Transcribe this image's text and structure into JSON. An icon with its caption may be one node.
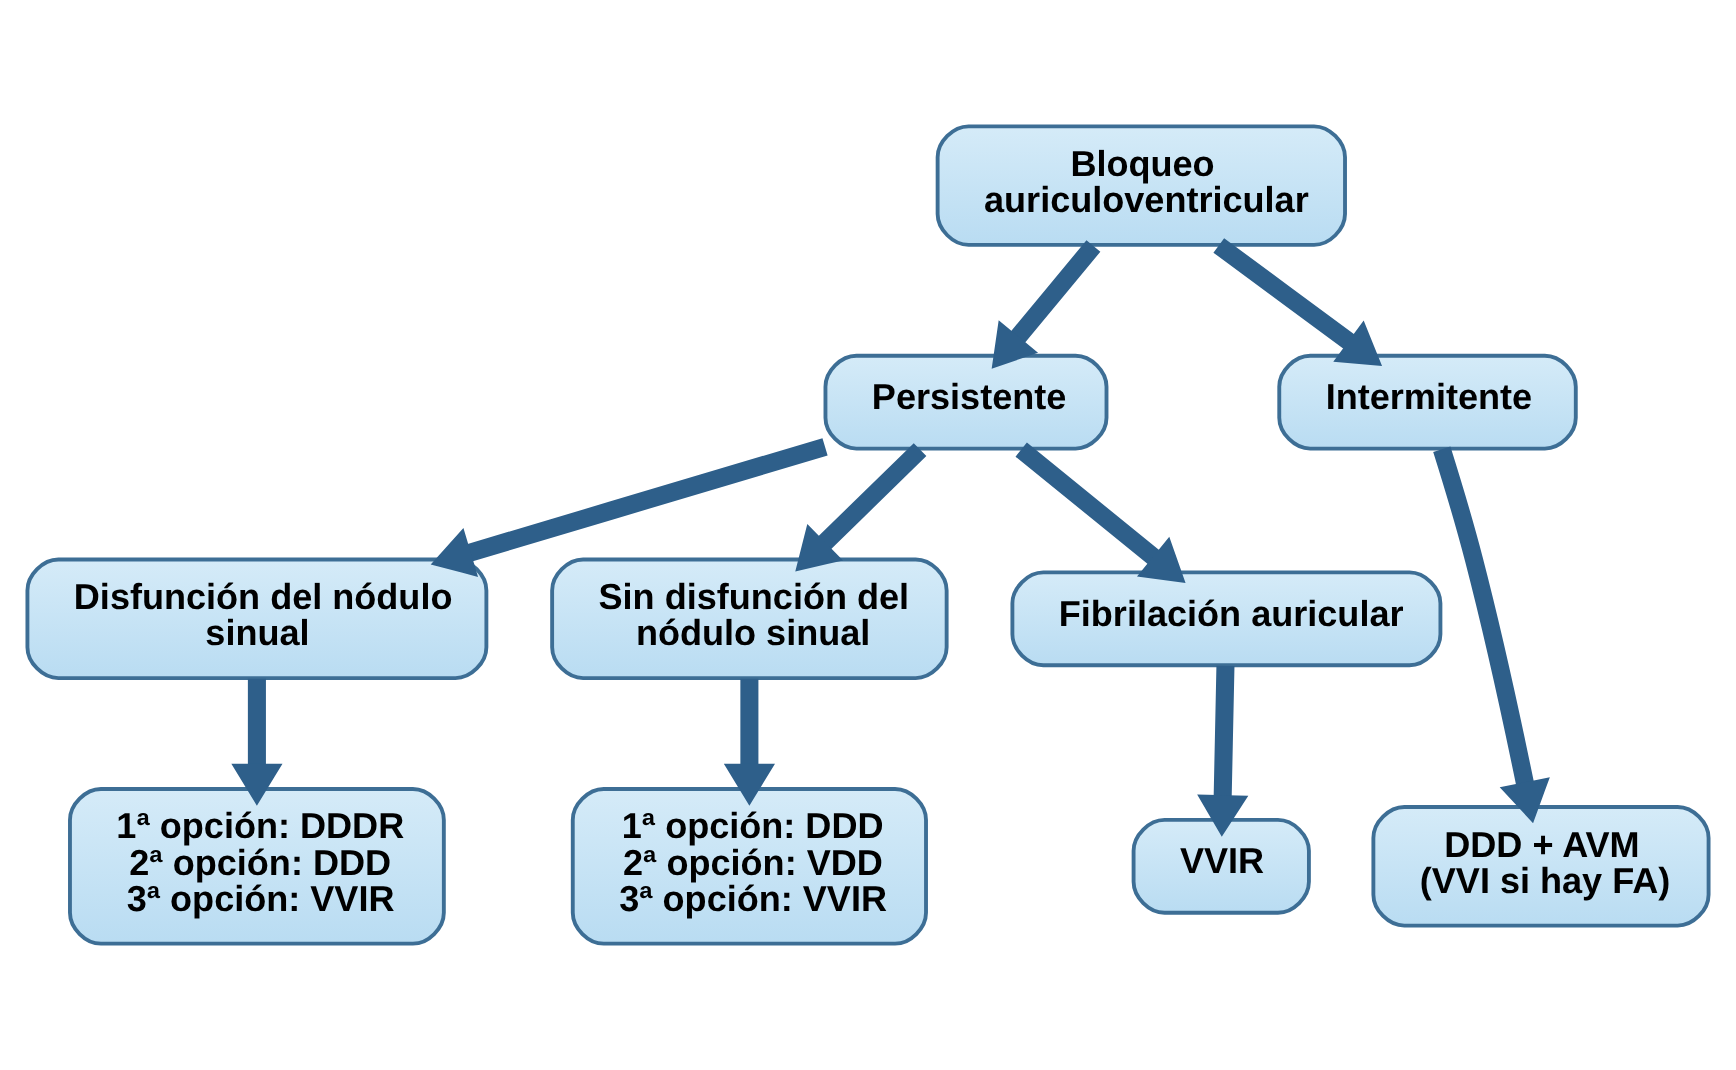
{
  "diagram": {
    "nodes": [
      {
        "text": [
          "Bloqueo auriculoventricular"
        ]
      },
      {
        "text": [
          "Persistente"
        ]
      },
      {
        "text": [
          "Intermitente"
        ]
      },
      {
        "text": [
          "Disfunción del nódulo sinual"
        ]
      },
      {
        "text": [
          "Sin disfunción del nódulo sinual"
        ]
      },
      {
        "text": [
          "Fibrilación auricular"
        ]
      },
      {
        "text": [
          "1ª opción: DDDR",
          "2ª opción: DDD",
          "3ª opción: VVIR"
        ]
      },
      {
        "text": [
          "1ª opción: DDD",
          "2ª opción: VDD",
          "3ª opción: VVIR"
        ]
      },
      {
        "text": [
          "VVIR"
        ]
      },
      {
        "text": [
          "DDD + AVM",
          "(VVI si hay FA)"
        ]
      }
    ],
    "edges": [
      {
        "from": 0,
        "to": 1,
        "arrow": "to"
      },
      {
        "from": 0,
        "to": 2,
        "arrow": "to"
      },
      {
        "from": 1,
        "to": 3,
        "arrow": "to"
      },
      {
        "from": 1,
        "to": 4,
        "arrow": "to"
      },
      {
        "from": 1,
        "to": 5,
        "arrow": "to"
      },
      {
        "from": 3,
        "to": 6,
        "arrow": "to"
      },
      {
        "from": 4,
        "to": 7,
        "arrow": "to"
      },
      {
        "from": 5,
        "to": 8,
        "arrow": "to"
      },
      {
        "from": 2,
        "to": 9,
        "arrow": "to"
      }
    ]
  }
}
